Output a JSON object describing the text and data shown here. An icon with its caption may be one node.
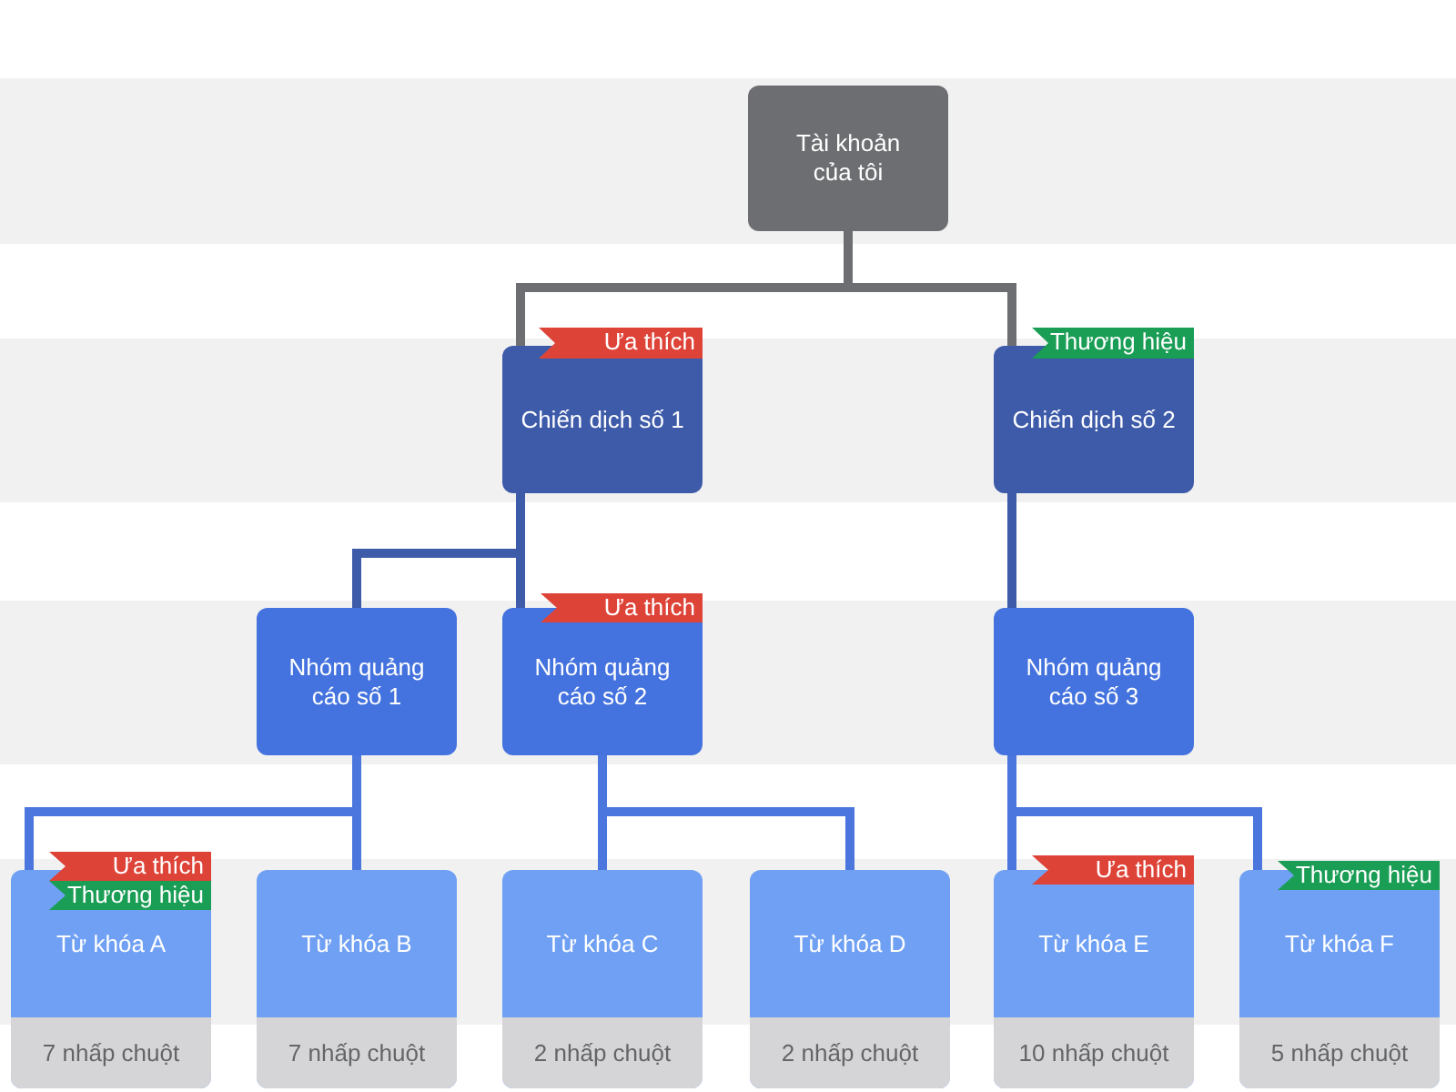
{
  "diagram": {
    "nodes": [
      {
        "text": [
          "Tài khoản của tôi"
        ]
      },
      {
        "text": [
          "Ưa thích"
        ]
      },
      {
        "text": [
          "Chiến dịch số 1"
        ]
      },
      {
        "text": [
          "Thương hiệu"
        ]
      },
      {
        "text": [
          "Chiến dịch số 2"
        ]
      },
      {
        "text": [
          "Nhóm quảng cáo số 1"
        ]
      },
      {
        "text": [
          "Ưa thích"
        ]
      },
      {
        "text": [
          "Nhóm quảng cáo số 2"
        ]
      },
      {
        "text": [
          "Nhóm quảng cáo số 3"
        ]
      },
      {
        "text": [
          "Ưa thích"
        ]
      },
      {
        "text": [
          "Từ khóa A",
          "7 nhấp chuột"
        ]
      },
      {
        "text": [
          "Thương hiệu"
        ],
        "in": 10
      },
      {
        "text": [
          "Từ khóa B",
          "7 nhấp chuột"
        ]
      },
      {
        "text": [
          "Từ khóa C",
          "2 nhấp chuột"
        ]
      },
      {
        "text": [
          "Từ khóa D",
          "2 nhấp chuột"
        ]
      },
      {
        "text": [
          "Ưa thích"
        ]
      },
      {
        "text": [
          "Từ khóa E",
          "10 nhấp chuột"
        ]
      },
      {
        "text": [
          "Thương hiệu"
        ]
      },
      {
        "text": [
          "Từ khóa F",
          "5 nhấp chuột"
        ]
      }
    ],
    "edges": [
      {
        "from": 0,
        "to": 2,
        "arrow": "none",
        "color": "#6d6e71"
      },
      {
        "from": 0,
        "to": 4,
        "arrow": "none",
        "color": "#6d6e71"
      },
      {
        "from": 2,
        "to": 5,
        "arrow": "none",
        "color": "#3e5ba9"
      },
      {
        "from": 2,
        "to": 7,
        "arrow": "none",
        "color": "#3e5ba9"
      },
      {
        "from": 4,
        "to": 8,
        "arrow": "none",
        "color": "#3e5ba9"
      },
      {
        "from": 5,
        "to": 10,
        "arrow": "none"
      },
      {
        "from": 5,
        "to": 12,
        "arrow": "none"
      },
      {
        "from": 7,
        "to": 13,
        "arrow": "none"
      },
      {
        "from": 7,
        "to": 14,
        "arrow": "none"
      },
      {
        "from": 8,
        "to": 16,
        "arrow": "none"
      },
      {
        "from": 8,
        "to": 18,
        "arrow": "none"
      }
    ]
  }
}
